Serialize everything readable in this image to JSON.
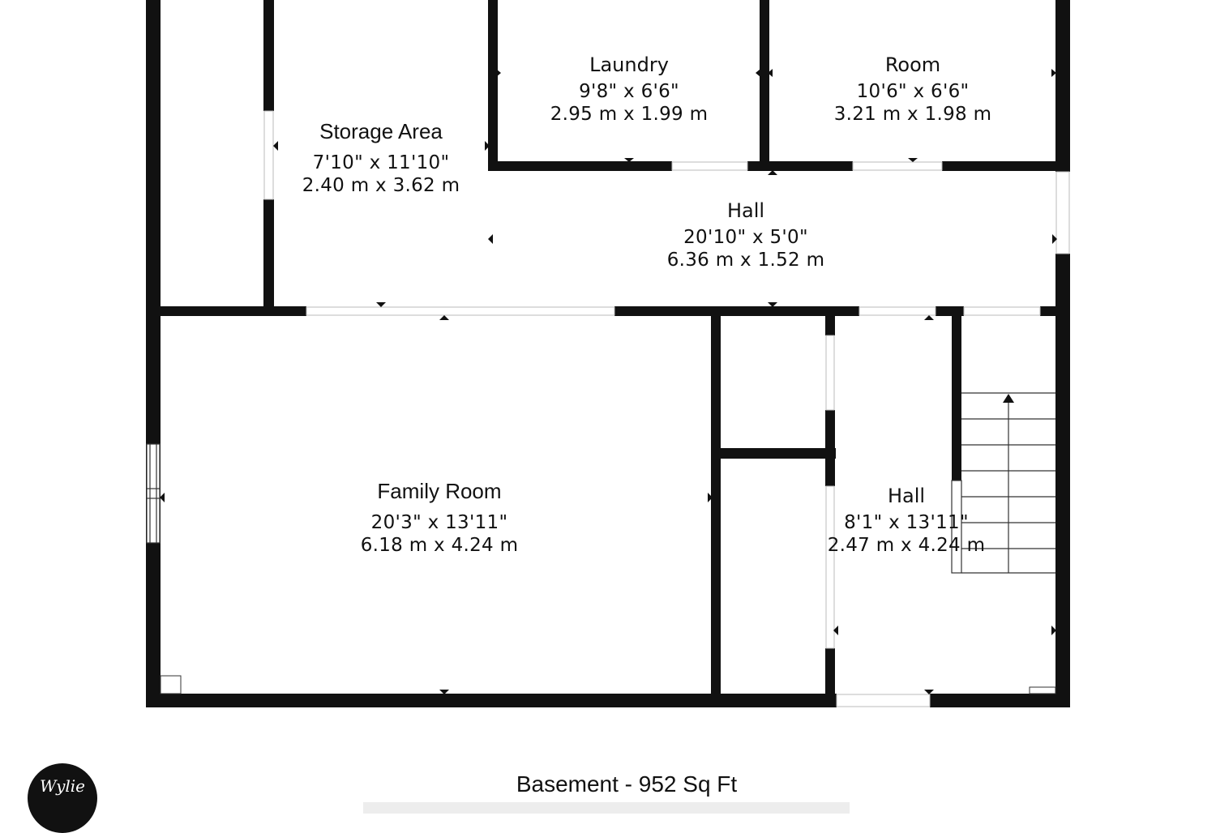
{
  "rooms": {
    "laundry": {
      "name": "Laundry",
      "dim_imperial": "9'8\" x 6'6\"",
      "dim_metric": "2.95 m x 1.99 m"
    },
    "room": {
      "name": "Room",
      "dim_imperial": "10'6\" x 6'6\"",
      "dim_metric": "3.21 m x 1.98 m"
    },
    "storage": {
      "name": "Storage Area",
      "dim_imperial": "7'10\" x 11'10\"",
      "dim_metric": "2.40 m x 3.62 m"
    },
    "hall_upper": {
      "name": "Hall",
      "dim_imperial": "20'10\" x 5'0\"",
      "dim_metric": "6.36 m x 1.52 m"
    },
    "family_room": {
      "name": "Family Room",
      "dim_imperial": "20'3\" x 13'11\"",
      "dim_metric": "6.18 m x 4.24 m"
    },
    "hall_lower": {
      "name": "Hall",
      "dim_imperial": "8'1\" x 13'11\"",
      "dim_metric": "2.47 m x 4.24 m"
    }
  },
  "floor_label": "Basement - 952 Sq Ft",
  "logo": {
    "text": "Wylie",
    "icon": "brokerage-logo-icon"
  },
  "colors": {
    "wall": "#111111",
    "background": "#ffffff"
  }
}
